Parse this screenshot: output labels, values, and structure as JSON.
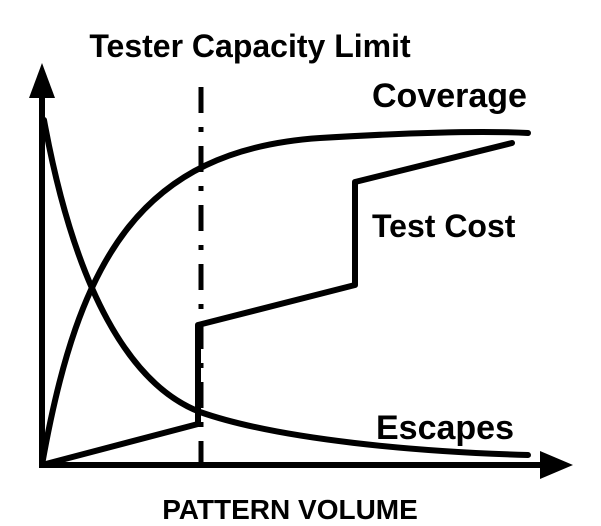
{
  "diagram": {
    "title": "Tester Capacity Limit",
    "x_axis_label": "PATTERN VOLUME",
    "curves": {
      "coverage": "Coverage",
      "test_cost": "Test Cost",
      "escapes": "Escapes"
    },
    "line_color": "#000000",
    "background_color": "#ffffff"
  }
}
